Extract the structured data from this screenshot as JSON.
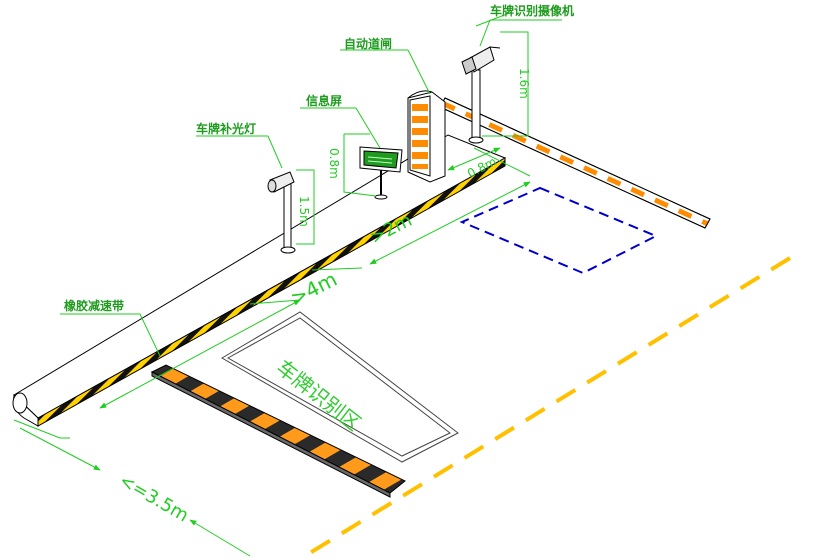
{
  "labels": {
    "camera": "车牌识别摄像机",
    "barrier": "自动道闸",
    "display": "信息屏",
    "light": "车牌补光灯",
    "speed_bump": "橡胶减速带",
    "recognition_zone": "车牌识别区"
  },
  "dimensions": {
    "camera_height": "1.6m",
    "display_height": "0.8m",
    "light_height": "1.5m",
    "barrier_offset": "0.8m",
    "barrier_to_zone": ">2m",
    "zone_length": ">4m",
    "bump_distance": "<=3.5m"
  },
  "colors": {
    "annotation_green": "#22cc22",
    "label_green": "#1f9b1f",
    "stripe_orange": "#ff8c00",
    "lane_yellow": "#ffc000",
    "detection_loop_blue": "#0000cc"
  }
}
